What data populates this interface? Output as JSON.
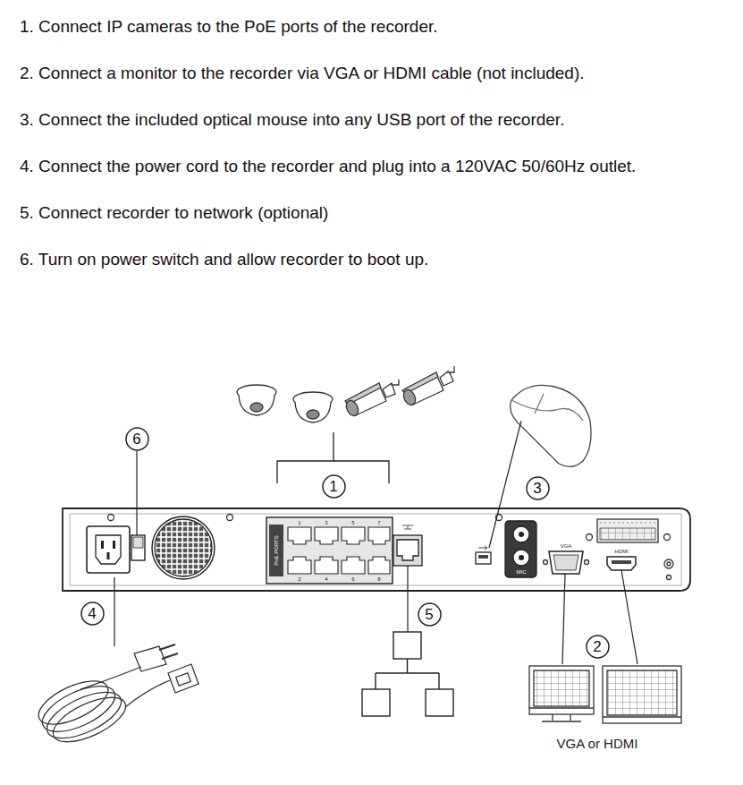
{
  "diagram": {
    "nodes": [
      {
        "text": [
          "6"
        ]
      },
      {
        "text": [
          "1"
        ]
      },
      {
        "text": [
          "3"
        ]
      },
      {
        "text": [
          "4"
        ]
      },
      {
        "text": [
          "5"
        ]
      },
      {
        "text": [
          "2"
        ]
      }
    ],
    "labels": [
      "1. Connect IP cameras to the PoE ports of the recorder.",
      "2. Connect a monitor to the recorder via VGA or HDMI cable (not included).",
      "3. Connect the included optical mouse into any USB port of the recorder.",
      "4. Connect the power cord to the recorder and plug into a 120VAC 50/60Hz outlet.",
      "5. Connect recorder to network (optional)",
      "6. Turn on power switch and allow recorder to boot up.",
      "PoE PORTS",
      "1",
      "3",
      "5",
      "7",
      "2",
      "4",
      "6",
      "8",
      "MIC",
      "VGA",
      "HDMI",
      "VGA or HDMI"
    ]
  }
}
